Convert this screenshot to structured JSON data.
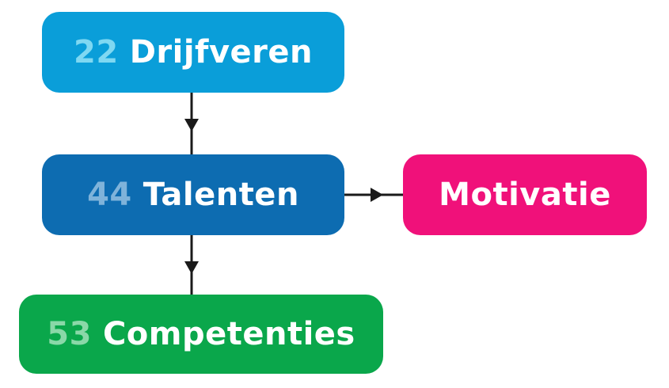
{
  "nodes": {
    "drijfveren": {
      "number": "22",
      "label": "Drijfveren",
      "color": "#0a9ed9",
      "number_color": "#7fd8f2"
    },
    "talenten": {
      "number": "44",
      "label": "Talenten",
      "color": "#0d6cb1",
      "number_color": "#7fb3da"
    },
    "motivatie": {
      "number": "",
      "label": "Motivatie",
      "color": "#f0117a",
      "number_color": ""
    },
    "competenties": {
      "number": "53",
      "label": "Competenties",
      "color": "#0aa74b",
      "number_color": "#8ad8a8"
    }
  },
  "edges": [
    {
      "from": "drijfveren",
      "to": "talenten"
    },
    {
      "from": "talenten",
      "to": "motivatie"
    },
    {
      "from": "talenten",
      "to": "competenties"
    }
  ],
  "connector_color": "#1a1a1a"
}
